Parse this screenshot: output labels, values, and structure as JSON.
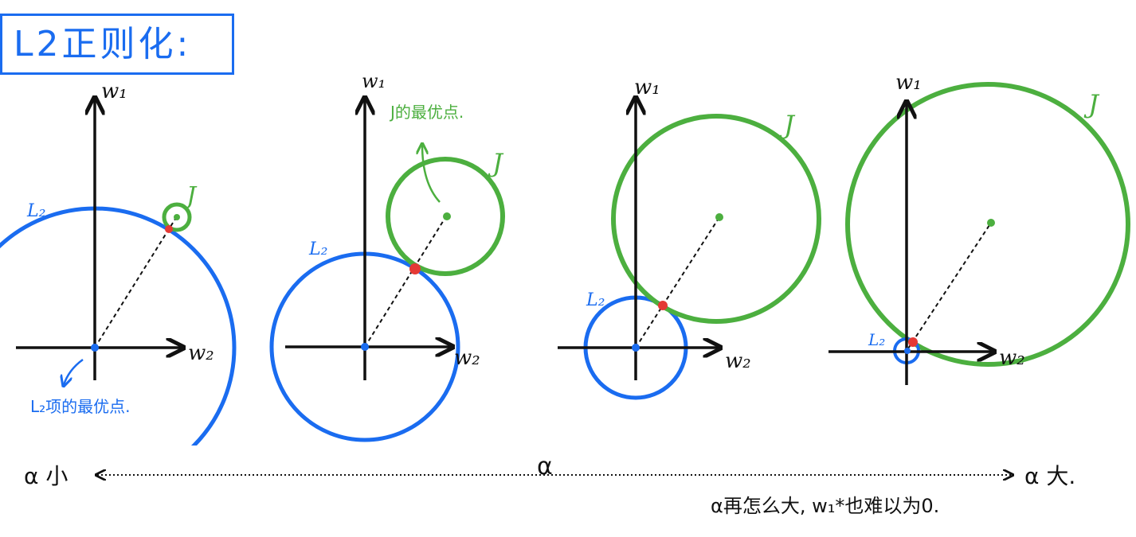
{
  "title": "L2正则化:",
  "colors": {
    "l2": "#1a6cf0",
    "j": "#4caf3f",
    "axis": "#111111",
    "optimum": "#e53935"
  },
  "labels": {
    "w1": "w₁",
    "w2": "w₂",
    "l2": "L₂",
    "j": "J"
  },
  "annotations": {
    "l2_optimum": "L₂项的最优点.",
    "j_optimum": "J的最优点.",
    "alpha_small": "α 小",
    "alpha_center": "α",
    "alpha_large": "α 大.",
    "bottom_note": "α再怎么大, w₁*也难以为0."
  }
}
